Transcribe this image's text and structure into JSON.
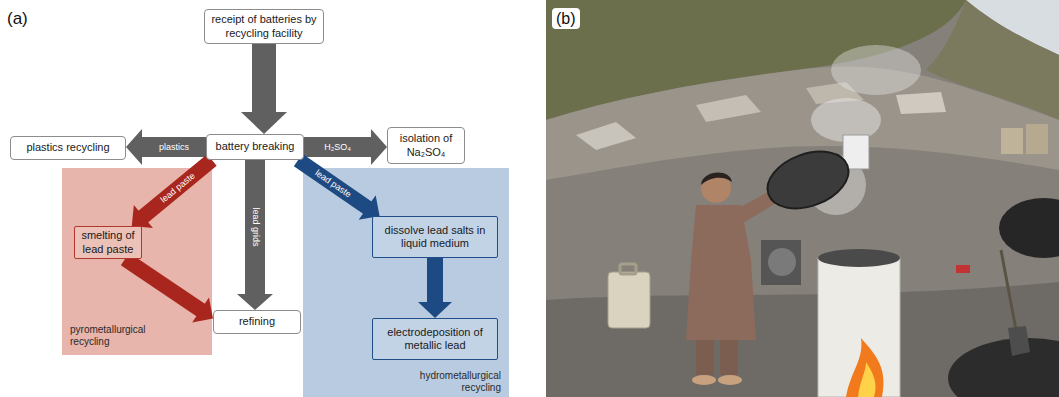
{
  "diagram": {
    "nodes": [
      {
        "text": [
          "receipt of batteries by recycling facility"
        ]
      },
      {
        "text": [
          "plastics recycling"
        ]
      },
      {
        "text": [
          "battery breaking"
        ]
      },
      {
        "text": [
          "isolation of Na₂SO₄"
        ]
      },
      {
        "text": [
          "pyrometallurgical recycling"
        ]
      },
      {
        "text": [
          "smelting of lead paste"
        ],
        "in": 4
      },
      {
        "text": [
          "refining"
        ]
      },
      {
        "text": [
          "hydrometallurgical recycling"
        ]
      },
      {
        "text": [
          "dissolve lead salts in liquid medium"
        ],
        "in": 7
      },
      {
        "text": [
          "electrodeposition of metallic lead"
        ],
        "in": 7
      }
    ],
    "edges": [
      {
        "from": 0,
        "to": 2,
        "arrow": "to"
      },
      {
        "from": 2,
        "to": 1,
        "label": "plastics",
        "arrow": "to"
      },
      {
        "from": 2,
        "to": 3,
        "label": "H₂SO₄",
        "arrow": "to"
      },
      {
        "from": 2,
        "to": 5,
        "label": "lead paste",
        "arrow": "to"
      },
      {
        "from": 2,
        "to": 6,
        "label": "lead grids",
        "arrow": "to"
      },
      {
        "from": 2,
        "to": 8,
        "label": "lead paste",
        "arrow": "to"
      },
      {
        "from": 5,
        "to": 6,
        "arrow": "to"
      },
      {
        "from": 8,
        "to": 9,
        "arrow": "to"
      }
    ],
    "labels": [
      "(a)",
      "(b)"
    ]
  }
}
